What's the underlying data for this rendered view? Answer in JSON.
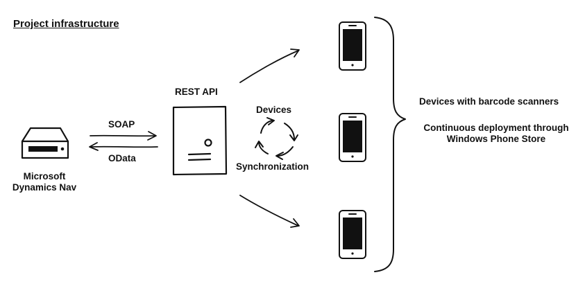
{
  "title": "Project infrastructure",
  "server": {
    "label_line1": "Microsoft",
    "label_line2": "Dynamics Nav",
    "icon": "server-icon"
  },
  "api": {
    "label": "REST API",
    "icon": "tower-server-icon"
  },
  "protocols": {
    "top": "SOAP",
    "bottom": "OData"
  },
  "sync": {
    "top": "Devices",
    "bottom": "Synchronization",
    "icon": "cycle-arrows-icon"
  },
  "devices": {
    "icon": "smartphone-icon",
    "label": "Devices with barcode scanners",
    "deploy_line1": "Continuous deployment through",
    "deploy_line2": "Windows Phone Store"
  },
  "colors": {
    "ink": "#111111",
    "background": "#ffffff"
  }
}
